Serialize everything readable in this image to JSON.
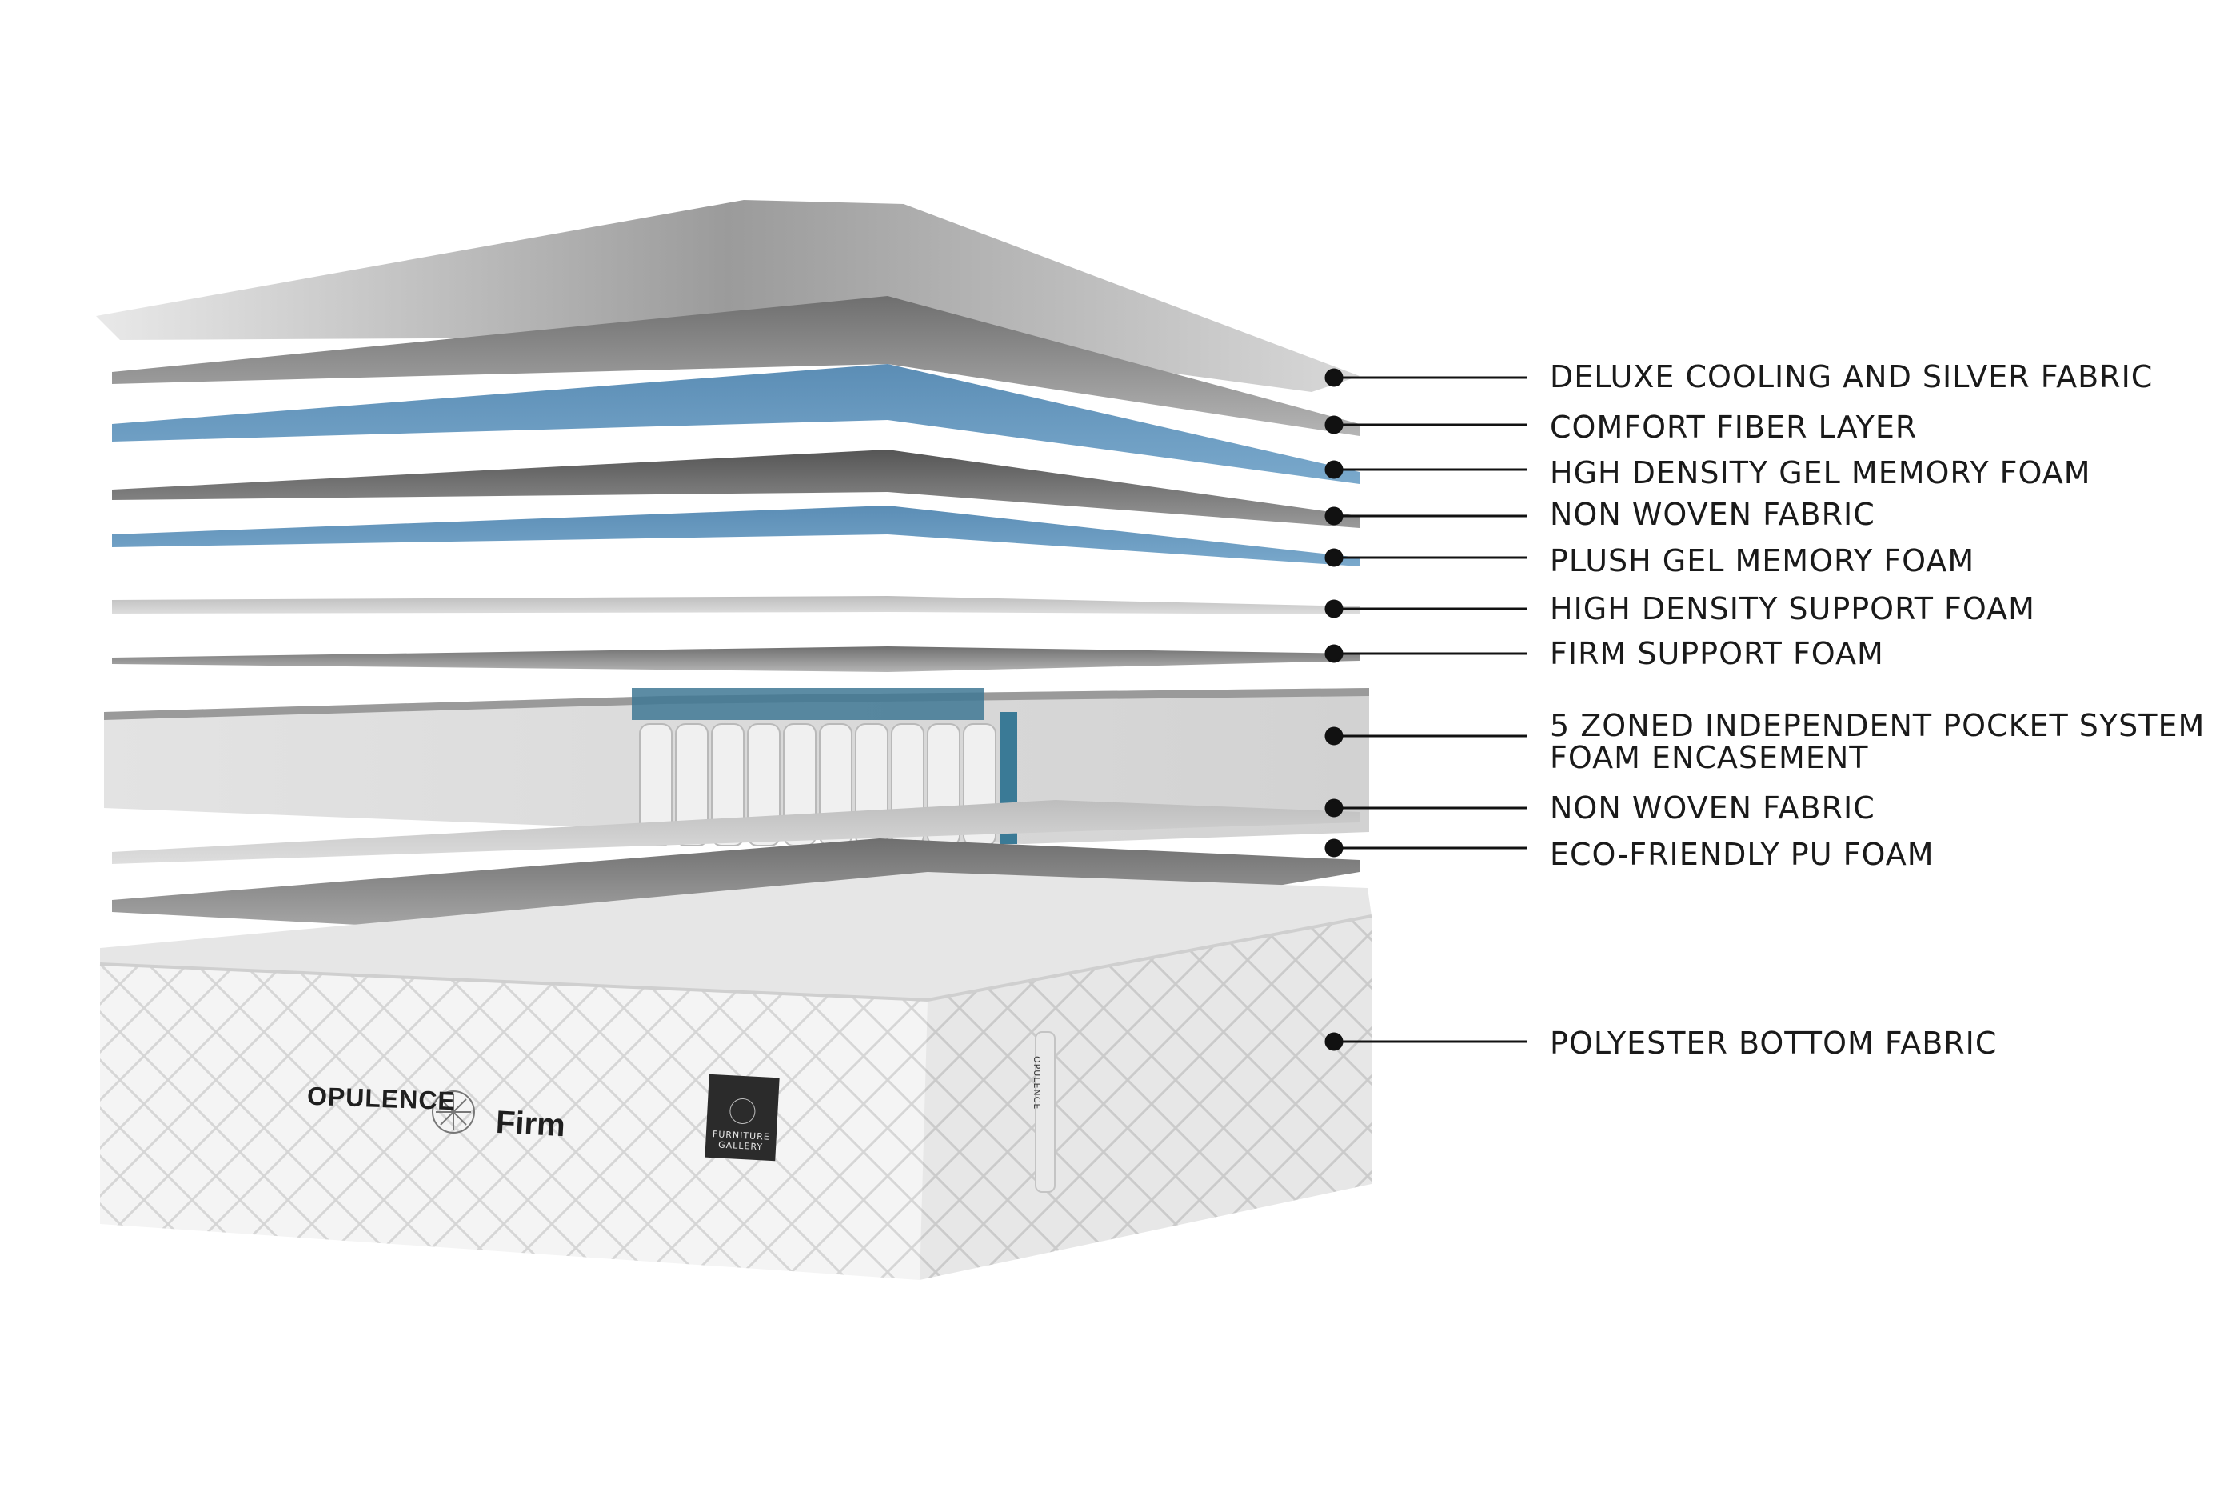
{
  "labels": [
    "DELUXE COOLING AND SILVER FABRIC",
    "COMFORT FIBER LAYER",
    "HGH DENSITY GEL MEMORY FOAM",
    "NON WOVEN FABRIC",
    "PLUSH GEL MEMORY FOAM",
    "HIGH DENSITY SUPPORT FOAM",
    "FIRM SUPPORT FOAM",
    "5 ZONED INDEPENDENT POCKET SYSTEM",
    "FOAM ENCASEMENT",
    "NON WOVEN FABRIC",
    "ECO-FRIENDLY PU FOAM",
    "POLYESTER BOTTOM FABRIC"
  ],
  "product": {
    "brand": "OPULENCE",
    "firmness": "Firm",
    "badge_line1": "FURNITURE",
    "badge_line2": "GALLERY",
    "side_brand": "OPULENCE"
  },
  "colors": {
    "gel_blue": "#6a9bc0",
    "grey_layer": "#8f8f8f",
    "light_layer": "#c9c9c9",
    "fabric_white": "#f2f2f2",
    "leader_line": "#111111"
  }
}
